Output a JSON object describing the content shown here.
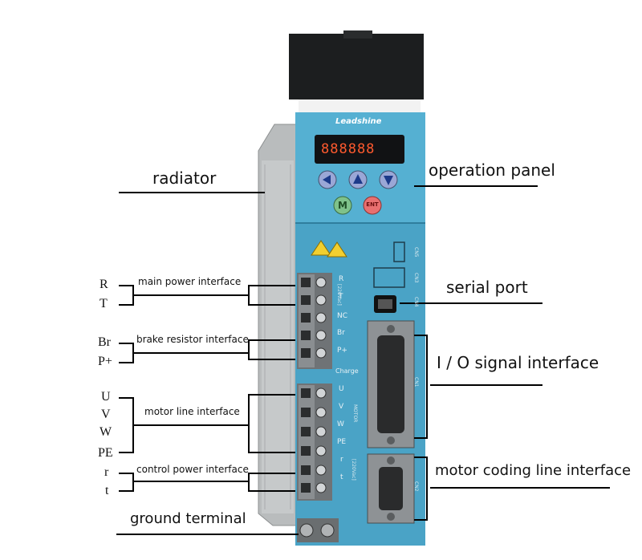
{
  "callouts": {
    "radiator": "radiator",
    "operation_panel": "operation panel",
    "serial_port": "serial port",
    "io_signal_interface": "I / O signal interface",
    "motor_coding_line_interface": "motor coding line interface",
    "ground_terminal": "ground terminal",
    "main_power_interface": "main power interface",
    "brake_resistor_interface": "brake resistor interface",
    "motor_line_interface": "motor line interface",
    "control_power_interface": "control power interface"
  },
  "terminals": {
    "R": "R",
    "T": "T",
    "Br": "Br",
    "P_plus": "P+",
    "U": "U",
    "V": "V",
    "W": "W",
    "PE": "PE",
    "r": "r",
    "t": "t"
  },
  "driver": {
    "brand": "Leadshine",
    "display": "888888",
    "m_button": "M",
    "ent_button": "ENT",
    "labels": {
      "R": "R",
      "T": "T",
      "NC": "NC",
      "Br": "Br",
      "P_plus": "P+",
      "Charge": "Charge",
      "U": "U",
      "V": "V",
      "W": "W",
      "PE": "PE",
      "r": "r",
      "t": "t",
      "vac_main": "[220Vac]",
      "vac_ctrl": "[220Vac]",
      "motor": "MOTOR",
      "cn5": "CN5",
      "cn3": "CN3",
      "cn4": "CN4",
      "cn1": "CN1",
      "cn2": "CN2"
    }
  }
}
